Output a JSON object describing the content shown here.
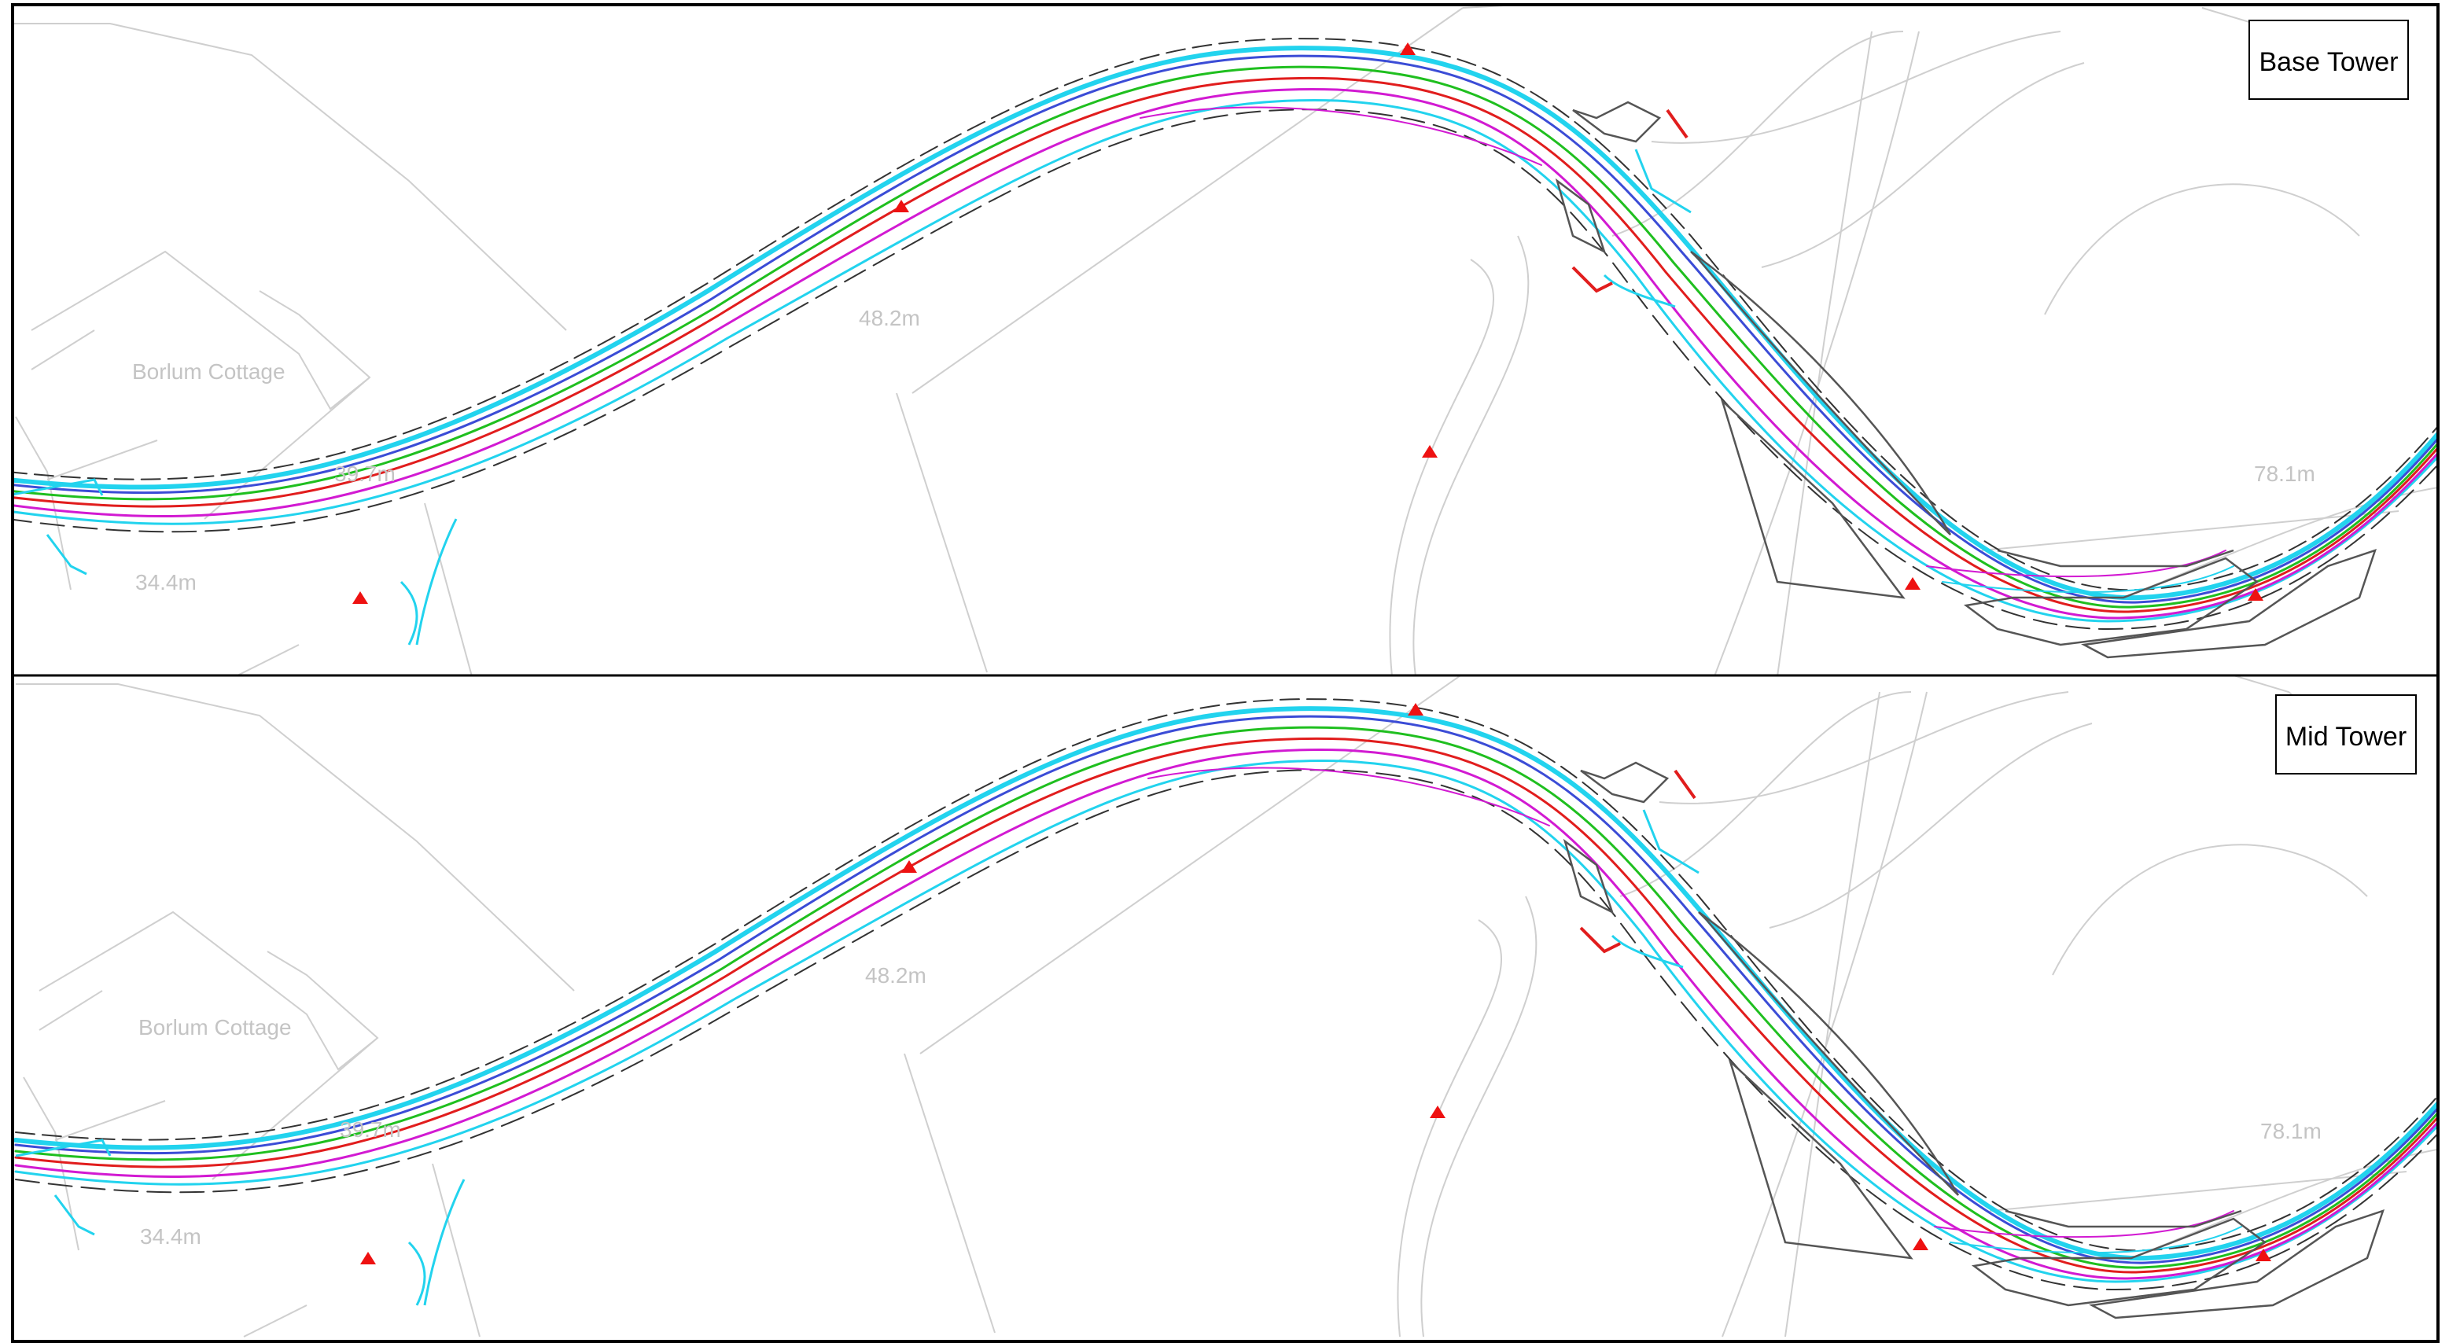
{
  "colors": {
    "frame": "#000000",
    "background": "#ffffff",
    "boundary_lines": "#cfcfcf",
    "place_label": "#c4c4c4",
    "kerb_cyan": "#22d3ee",
    "centerline_red": "#e11d1d",
    "offset_green": "#1fbf1f",
    "offset_magenta": "#d21ad2",
    "offset_blue": "#3b4cd6",
    "barrier_dark": "#555555",
    "hazard_marker": "#ee1111"
  },
  "panels": [
    {
      "title": "Base Tower",
      "labels": {
        "cottage": "Borlum Cottage",
        "elev_1": "39.7m",
        "elev_2": "48.2m",
        "elev_3": "34.4m",
        "elev_4": "78.1m"
      }
    },
    {
      "title": "Mid Tower",
      "labels": {
        "cottage": "Borlum Cottage",
        "elev_1": "39.7m",
        "elev_2": "48.2m",
        "elev_3": "34.4m",
        "elev_4": "78.1m"
      }
    }
  ],
  "icons": {
    "hazard_marker": "warning-triangle-icon"
  }
}
